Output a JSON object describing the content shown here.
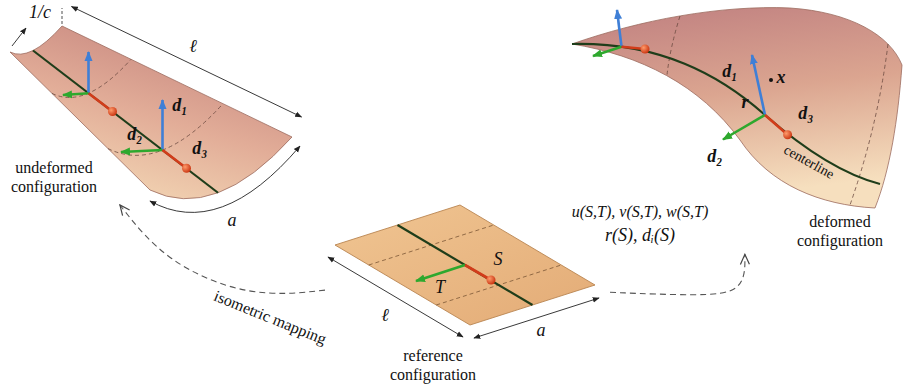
{
  "diagram": {
    "nodes": [
      {
        "text": [
          "undeformed configuration"
        ]
      },
      {
        "text": [
          "deformed configuration"
        ]
      },
      {
        "text": [
          "reference configuration"
        ]
      }
    ],
    "edges": [
      {
        "from": 2,
        "to": 0,
        "arrow": "to",
        "label": "isometric mapping"
      },
      {
        "from": 2,
        "to": 1,
        "arrow": "to",
        "label": "u(S,T), v(S,T), w(S,T)"
      }
    ],
    "labels": [
      "1/c",
      "ℓ",
      "d₁",
      "d₂",
      "d₃",
      "a",
      "T",
      "S",
      "ℓ",
      "a",
      "r(S), dᵢ(S)",
      "d₁",
      "r",
      "d₂",
      "d₃",
      "x",
      "centerline"
    ]
  }
}
